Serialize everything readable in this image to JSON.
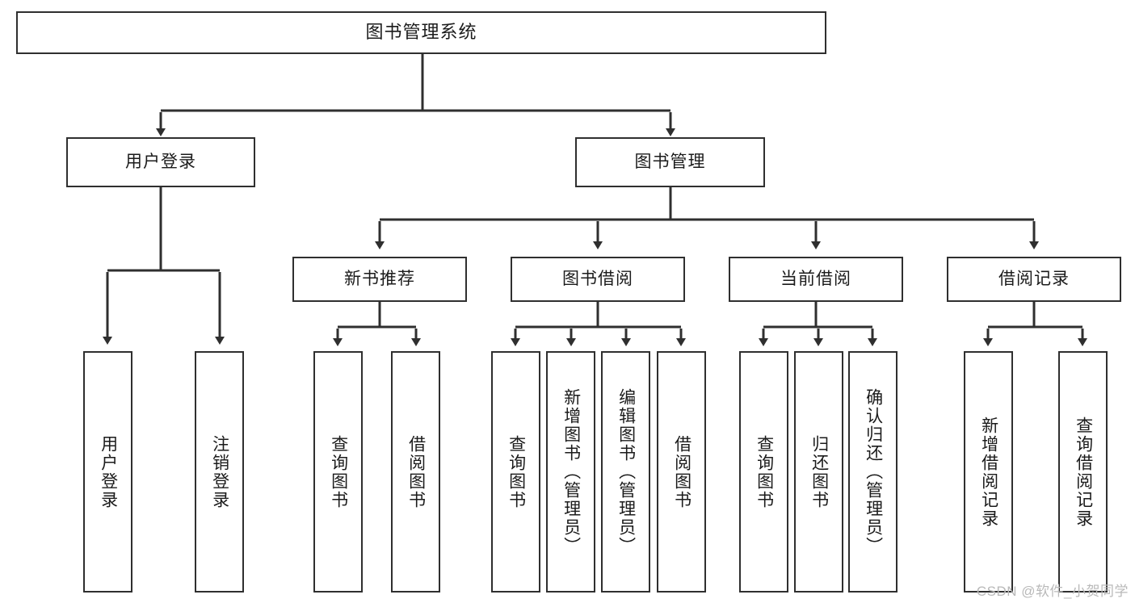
{
  "diagram": {
    "title": "图书管理系统",
    "watermark": "CSDN @软件_小贺同学",
    "level2": [
      {
        "id": "user-login",
        "label": "用户登录"
      },
      {
        "id": "book-management",
        "label": "图书管理"
      }
    ],
    "level3": [
      {
        "id": "new-book-recommend",
        "label": "新书推荐"
      },
      {
        "id": "book-borrow",
        "label": "图书借阅"
      },
      {
        "id": "current-borrow",
        "label": "当前借阅"
      },
      {
        "id": "borrow-record",
        "label": "借阅记录"
      }
    ],
    "leaves": [
      {
        "id": "leaf-user-login",
        "label": "用户登录"
      },
      {
        "id": "leaf-user-logout",
        "label": "注销登录"
      },
      {
        "id": "leaf-query-book-1",
        "label": "查询图书"
      },
      {
        "id": "leaf-borrow-book-1",
        "label": "借阅图书"
      },
      {
        "id": "leaf-query-book-2",
        "label": "查询图书"
      },
      {
        "id": "leaf-add-book",
        "label": "新增图书（管理员）"
      },
      {
        "id": "leaf-edit-book",
        "label": "编辑图书（管理员）"
      },
      {
        "id": "leaf-borrow-book-2",
        "label": "借阅图书"
      },
      {
        "id": "leaf-query-book-3",
        "label": "查询图书"
      },
      {
        "id": "leaf-return-book",
        "label": "归还图书"
      },
      {
        "id": "leaf-confirm-return",
        "label": "确认归还（管理员）"
      },
      {
        "id": "leaf-add-record",
        "label": "新增借阅记录"
      },
      {
        "id": "leaf-query-record",
        "label": "查询借阅记录"
      }
    ],
    "colors": {
      "stroke": "#2f2f2f",
      "background": "#ffffff",
      "text": "#1b1b1b",
      "watermark": "#b9b9b9"
    }
  }
}
